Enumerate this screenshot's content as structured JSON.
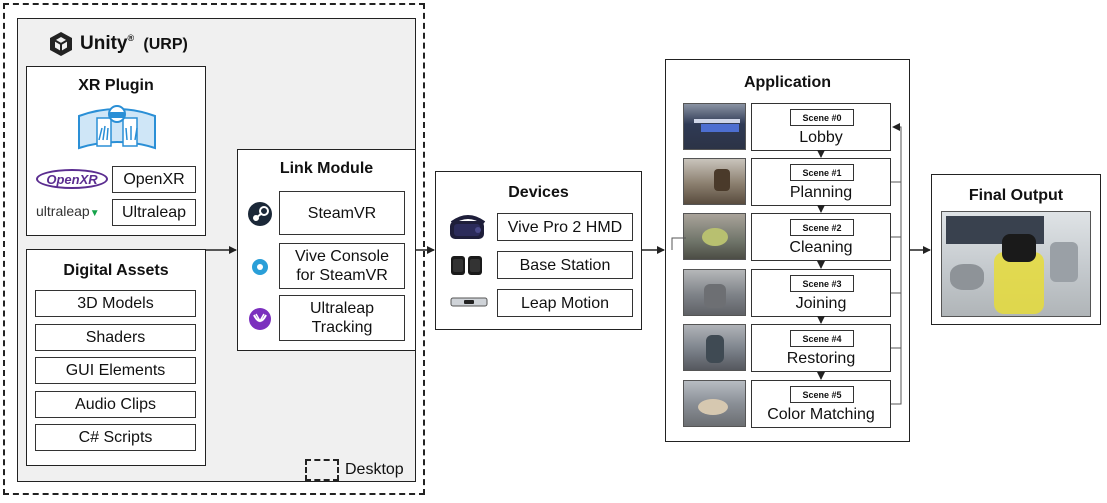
{
  "unity": {
    "brand": "Unity",
    "suffix": "(URP)",
    "xr_plugin": {
      "title": "XR Plugin",
      "items": [
        {
          "logo": "OpenXR",
          "label": "OpenXR"
        },
        {
          "logo": "ultraleap",
          "label": "Ultraleap"
        }
      ]
    },
    "digital_assets": {
      "title": "Digital Assets",
      "items": [
        "3D Models",
        "Shaders",
        "GUI Elements",
        "Audio Clips",
        "C# Scripts"
      ]
    },
    "legend": "Desktop"
  },
  "link_module": {
    "title": "Link Module",
    "items": [
      {
        "icon": "steam-icon",
        "line1": "SteamVR",
        "line2": ""
      },
      {
        "icon": "vive-icon",
        "line1": "Vive Console",
        "line2": "for SteamVR"
      },
      {
        "icon": "ultraleap-icon",
        "line1": "Ultraleap",
        "line2": "Tracking"
      }
    ]
  },
  "devices": {
    "title": "Devices",
    "items": [
      {
        "icon": "headset-icon",
        "label": "Vive Pro 2 HMD"
      },
      {
        "icon": "base-station-icon",
        "label": "Base Station"
      },
      {
        "icon": "leap-motion-icon",
        "label": "Leap Motion"
      }
    ]
  },
  "application": {
    "title": "Application",
    "scenes": [
      {
        "tag": "Scene #0",
        "name": "Lobby"
      },
      {
        "tag": "Scene #1",
        "name": "Planning"
      },
      {
        "tag": "Scene #2",
        "name": "Cleaning"
      },
      {
        "tag": "Scene #3",
        "name": "Joining"
      },
      {
        "tag": "Scene #4",
        "name": "Restoring"
      },
      {
        "tag": "Scene #5",
        "name": "Color Matching"
      }
    ]
  },
  "final_output": {
    "title": "Final Output"
  },
  "colors": {
    "accent_blue": "#2a8fd6",
    "openxr_purple": "#5b2d90",
    "ultraleap_green": "#16a34a",
    "steam_blue": "#1b2838",
    "ultraleap_purple": "#7b2fbe"
  }
}
